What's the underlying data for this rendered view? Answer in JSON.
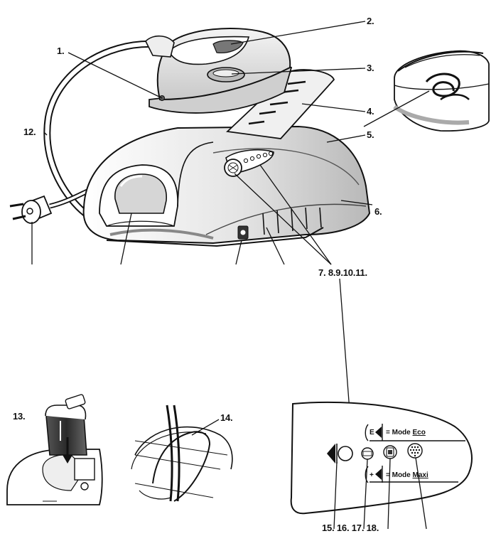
{
  "callouts": {
    "c1": "1.",
    "c2": "2.",
    "c3": "3.",
    "c4": "4.",
    "c5": "5.",
    "c6": "6.",
    "c7_11": "7. 8.9.10.11.",
    "c12": "12.",
    "c13": "13.",
    "c14": "14.",
    "c15_18": "15. 16. 17. 18."
  },
  "panel": {
    "eco_letter": "E",
    "eco_prefix": "= Mode ",
    "eco_word": "Eco",
    "maxi_symbol": "+",
    "maxi_prefix": "= Mode ",
    "maxi_word": "Maxi"
  }
}
